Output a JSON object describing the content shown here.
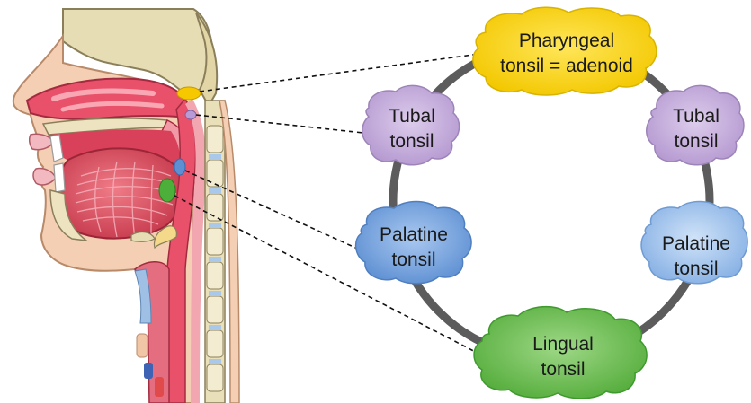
{
  "diagram": {
    "ring_color": "#5c5c5c",
    "nodes": {
      "pharyngeal": {
        "line1": "Pharyngeal",
        "line2": "tonsil = adenoid",
        "fill": "#f5d31d",
        "stroke": "#d8b300"
      },
      "tubal_left": {
        "line1": "Tubal",
        "line2": "tonsil",
        "fill": "#c6addc",
        "stroke": "#9d84b8"
      },
      "tubal_right": {
        "line1": "Tubal",
        "line2": "tonsil",
        "fill": "#c6addc",
        "stroke": "#9d84b8"
      },
      "palatine_left": {
        "line1": "Palatine",
        "line2": "tonsil",
        "fill": "#7aa6dc",
        "stroke": "#4f7fc0"
      },
      "palatine_right": {
        "line1": "Palatine",
        "line2": "tonsil",
        "fill": "#a5c6ec",
        "stroke": "#6f9bd3"
      },
      "lingual": {
        "line1": "Lingual",
        "line2": "tonsil",
        "fill": "#71c259",
        "stroke": "#3f9a2e"
      }
    },
    "anatomy_icons": [
      "head-sagittal-section-illustration"
    ]
  }
}
